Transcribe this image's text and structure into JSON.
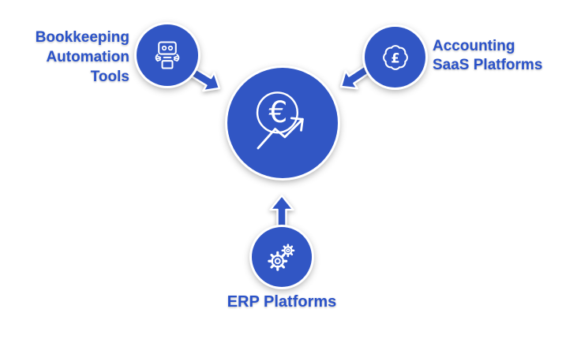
{
  "colors": {
    "primary_blue": "#3156C4",
    "label_blue": "#2A52C9",
    "icon_stroke": "#FFFFFF",
    "background": "#FFFFFF"
  },
  "center_node": {
    "icon": "euro-growth-chart-icon",
    "currency_glyph": "€"
  },
  "nodes": [
    {
      "id": "bookkeeping-automation-tools",
      "icon": "robot-icon",
      "label": "Bookkeeping Automation Tools",
      "label_lines": [
        "Bookkeeping",
        "Automation",
        "Tools"
      ]
    },
    {
      "id": "accounting-saas-platforms",
      "icon": "pound-badge-icon",
      "currency_glyph": "£",
      "label": "Accounting SaaS Platforms",
      "label_lines": [
        "Accounting",
        "SaaS Platforms"
      ]
    },
    {
      "id": "erp-platforms",
      "icon": "gears-icon",
      "label": "ERP Platforms"
    }
  ]
}
